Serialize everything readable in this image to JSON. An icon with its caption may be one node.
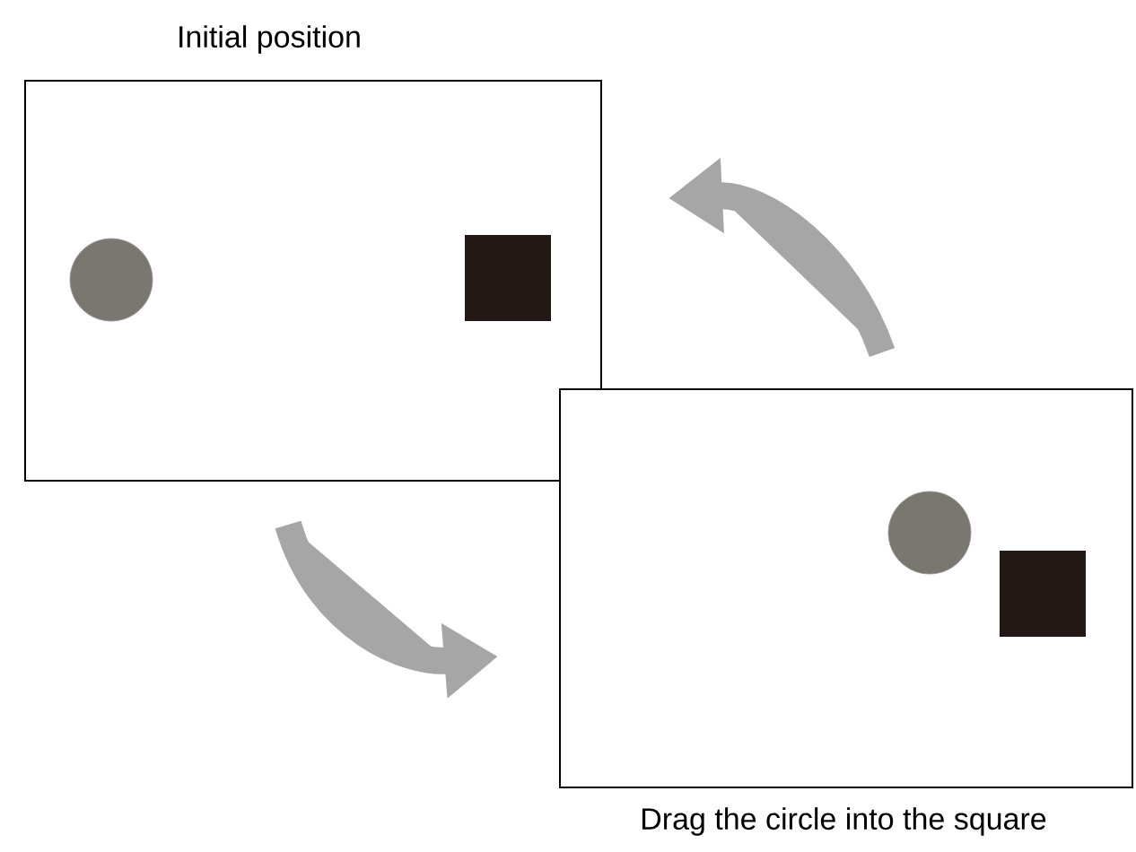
{
  "diagram": {
    "nodes": [
      {
        "text": [
          "Initial position"
        ]
      },
      {
        "text": [
          "Drag the circle into the square"
        ]
      },
      {
        "text": [],
        "shape": "circle",
        "in": 0
      },
      {
        "text": [],
        "shape": "box",
        "in": 0
      },
      {
        "text": [],
        "shape": "circle",
        "in": 1
      },
      {
        "text": [],
        "shape": "box",
        "in": 1
      }
    ],
    "edges": [
      {
        "from": 0,
        "to": 1,
        "arrow": "to"
      },
      {
        "from": 1,
        "to": 0,
        "arrow": "to"
      }
    ]
  }
}
